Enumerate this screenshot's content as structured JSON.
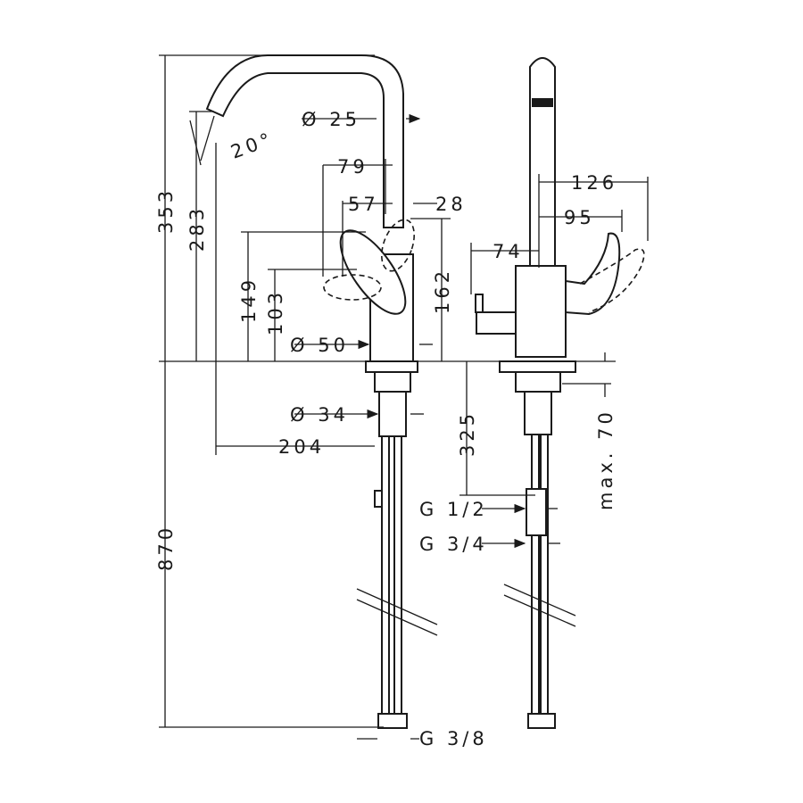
{
  "drawing": {
    "side_view": {
      "dia_spout": "Ø 25",
      "angle": "20°",
      "handle_reach": "79",
      "handle_offset": "57",
      "handle_rear": "28",
      "total_height": "353",
      "spout_height": "283",
      "handle_height": "149",
      "handle_pivot_height": "103",
      "handle_rear_height": "162",
      "dia_body": "Ø 50",
      "dia_shank": "Ø 34",
      "spout_reach": "204",
      "hose_length": "870",
      "hose_thread": "G 3/8"
    },
    "front_view": {
      "handle_span": "126",
      "handle_reach": "95",
      "valve_offset": "74",
      "shank_length": "325",
      "max_deck": "max. 70",
      "thread_1": "G 1/2",
      "thread_2": "G 3/4"
    }
  }
}
